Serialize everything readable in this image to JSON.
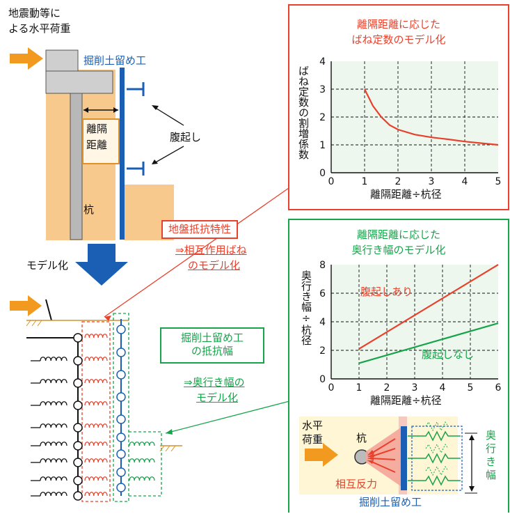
{
  "left": {
    "load_label_1": "地震動等に",
    "load_label_2": "よる水平荷重",
    "wall_label": "掘削土留め工",
    "distance_label_1": "離隔",
    "distance_label_2": "距離",
    "wale_label": "腹起し",
    "pile_label": "杭",
    "model_label": "モデル化"
  },
  "middle": {
    "ground_box": "地盤抵抗特性",
    "ground_arrow_1": "⇒相互作用ばね",
    "ground_arrow_2": "のモデル化",
    "width_box_1": "掘削土留め工",
    "width_box_2": "の抵抗幅",
    "width_arrow_1": "⇒奥行き幅の",
    "width_arrow_2": "モデル化"
  },
  "chart_data": [
    {
      "type": "line",
      "title": "離隔距離に応じた\nばね定数のモデル化",
      "title_line1": "離隔距離に応じた",
      "title_line2": "ばね定数のモデル化",
      "xlabel": "離隔距離÷杭径",
      "ylabel": "ばね定数の割増係数",
      "xlim": [
        0,
        5
      ],
      "ylim": [
        0,
        4
      ],
      "xticks": [
        "0",
        "1",
        "2",
        "3",
        "4",
        "5"
      ],
      "yticks": [
        "0",
        "1",
        "2",
        "3",
        "4"
      ],
      "grid": true,
      "series": [
        {
          "color": "#e8402a",
          "x": [
            1.0,
            1.25,
            1.5,
            1.75,
            2.0,
            2.5,
            3.0,
            3.5,
            4.0,
            4.5,
            5.0
          ],
          "y": [
            3.0,
            2.4,
            2.0,
            1.71,
            1.55,
            1.37,
            1.27,
            1.2,
            1.12,
            1.06,
            1.0
          ]
        }
      ]
    },
    {
      "type": "line",
      "title_line1": "離隔距離に応じた",
      "title_line2": "奥行き幅のモデル化",
      "xlabel": "離隔距離÷杭径",
      "ylabel": "奥行き幅÷杭径",
      "xlim": [
        0,
        6
      ],
      "ylim": [
        0,
        8
      ],
      "xticks": [
        "0",
        "1",
        "2",
        "3",
        "4",
        "5",
        "6"
      ],
      "yticks": [
        "0",
        "2",
        "4",
        "6",
        "8"
      ],
      "grid": true,
      "series": [
        {
          "name": "腹起しあり",
          "color": "#e8402a",
          "x": [
            1,
            6
          ],
          "y": [
            2.1,
            8.0
          ]
        },
        {
          "name": "腹起しなし",
          "color": "#16a34a",
          "x": [
            1,
            6
          ],
          "y": [
            1.1,
            3.9
          ]
        }
      ]
    }
  ],
  "inset": {
    "load_label_1": "水平",
    "load_label_2": "荷重",
    "pile_label": "杭",
    "reaction_label": "相互反力",
    "wall_label": "掘削土留め工",
    "depth_label": [
      "奥",
      "行",
      "き",
      "幅"
    ]
  }
}
